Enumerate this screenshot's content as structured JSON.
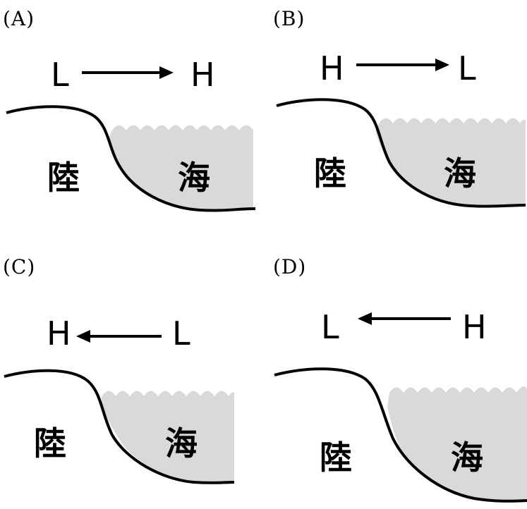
{
  "panels": [
    {
      "id": "a",
      "label": "(A)",
      "left_symbol": "L",
      "right_symbol": "H",
      "arrow_direction": "right",
      "land": "陸",
      "sea": "海"
    },
    {
      "id": "b",
      "label": "(B)",
      "left_symbol": "H",
      "right_symbol": "L",
      "arrow_direction": "right",
      "land": "陸",
      "sea": "海"
    },
    {
      "id": "c",
      "label": "(C)",
      "left_symbol": "H",
      "right_symbol": "L",
      "arrow_direction": "left",
      "land": "陸",
      "sea": "海"
    },
    {
      "id": "d",
      "label": "(D)",
      "left_symbol": "L",
      "right_symbol": "H",
      "arrow_direction": "left",
      "land": "陸",
      "sea": "海"
    }
  ],
  "colors": {
    "sea_fill": "#d9d9d9",
    "line": "#000000"
  }
}
